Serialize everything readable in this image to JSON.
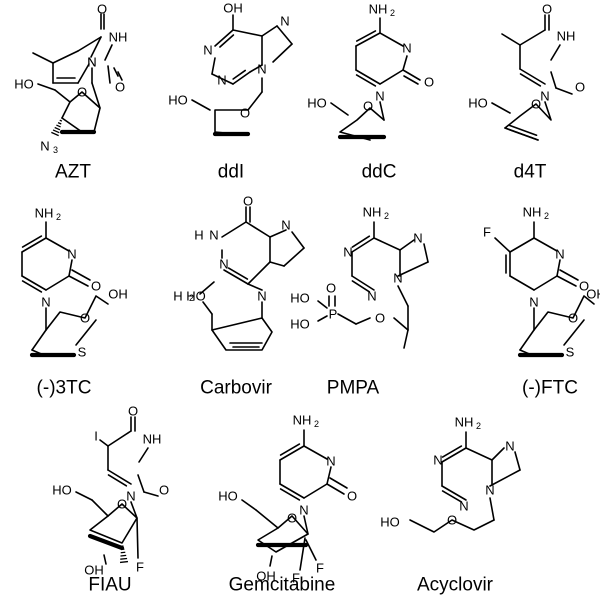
{
  "title": "",
  "atoms": {
    "O": "O",
    "N": "N",
    "NH": "NH",
    "OH": "OH",
    "HO": "HO",
    "NH2": "NH",
    "H2N": "H",
    "N3": "N",
    "S": "S",
    "F": "F",
    "I": "I",
    "H": "H",
    "P": "P",
    "sub2": "2",
    "sub3": "3"
  },
  "compounds": [
    {
      "name": "AZT"
    },
    {
      "name": "ddI"
    },
    {
      "name": "ddC"
    },
    {
      "name": "d4T"
    },
    {
      "name": "(-)3TC"
    },
    {
      "name": "Carbovir"
    },
    {
      "name": "PMPA"
    },
    {
      "name": "(-)FTC"
    },
    {
      "name": "FIAU"
    },
    {
      "name": "Gemcitabine"
    },
    {
      "name": "Acyclovir"
    }
  ]
}
